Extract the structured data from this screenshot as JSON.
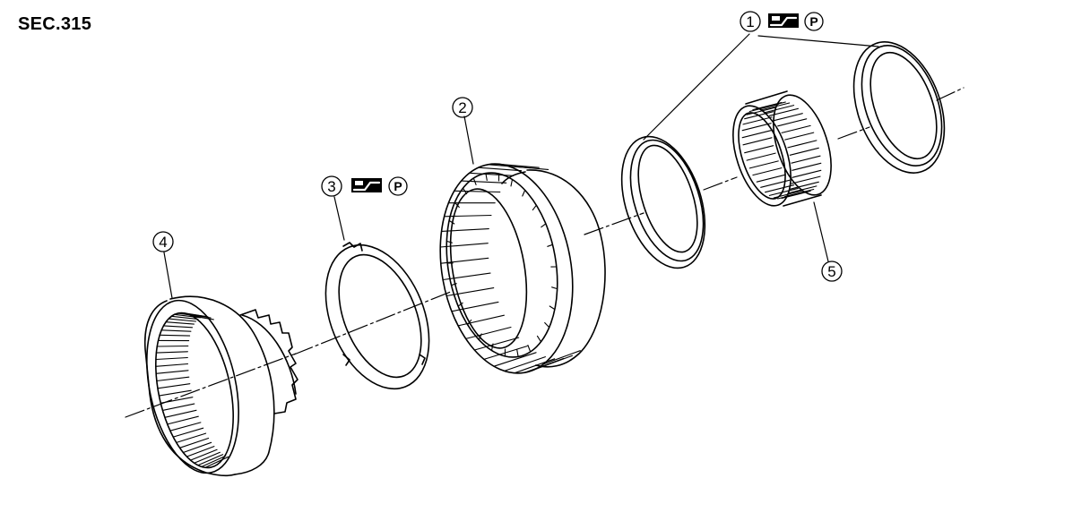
{
  "section_code": "SEC.315",
  "callouts": [
    {
      "number": "1",
      "symbols": [
        "seal-lip-icon",
        "petroleum-jelly-icon"
      ],
      "p_letter": "P"
    },
    {
      "number": "2",
      "symbols": []
    },
    {
      "number": "3",
      "symbols": [
        "seal-lip-icon",
        "petroleum-jelly-icon"
      ],
      "p_letter": "P"
    },
    {
      "number": "4",
      "symbols": []
    },
    {
      "number": "5",
      "symbols": []
    }
  ],
  "colors": {
    "line": "#000000",
    "background": "#ffffff"
  }
}
